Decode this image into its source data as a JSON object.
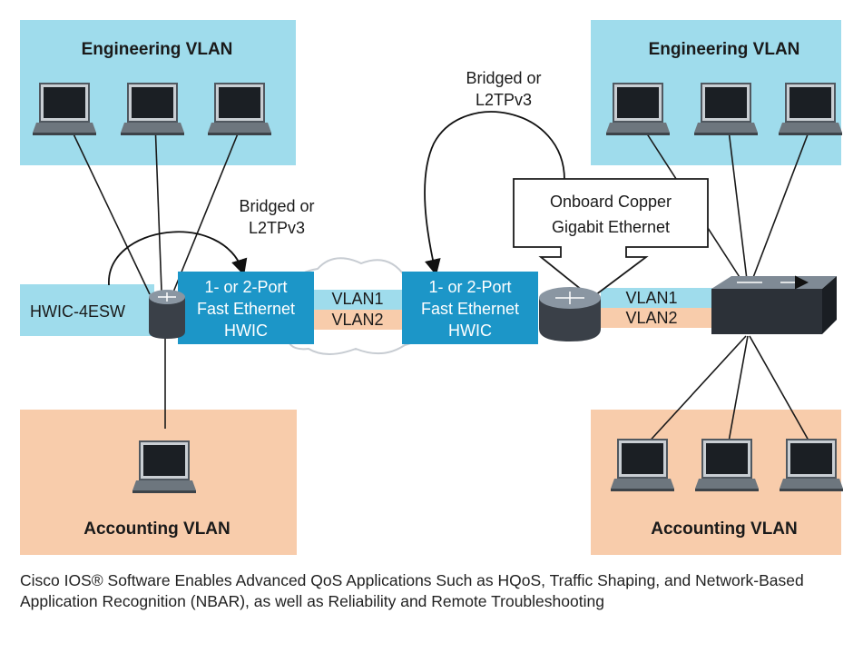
{
  "left": {
    "engineering_title": "Engineering VLAN",
    "accounting_title": "Accounting VLAN",
    "module_label": "HWIC-4ESW",
    "bridge_text": [
      "Bridged or",
      "L2TPv3"
    ],
    "hwic_lines": [
      "1- or 2-Port",
      "Fast Ethernet",
      "HWIC"
    ]
  },
  "wan": {
    "vlan1": "VLAN1",
    "vlan2": "VLAN2"
  },
  "right": {
    "engineering_title": "Engineering VLAN",
    "accounting_title": "Accounting VLAN",
    "bridge_text": [
      "Bridged or",
      "L2TPv3"
    ],
    "hwic_lines": [
      "1- or 2-Port",
      "Fast Ethernet",
      "HWIC"
    ],
    "callout_lines": [
      "Onboard Copper",
      "Gigabit Ethernet"
    ],
    "vlan1": "VLAN1",
    "vlan2": "VLAN2"
  },
  "caption": "Cisco IOS® Software Enables Advanced QoS Applications Such as HQoS, Traffic Shaping, and Network-Based Application Recognition (NBAR), as well as Reliability and Remote Troubleshooting",
  "colors": {
    "engineering_bg": "#9fdcec",
    "accounting_bg": "#f8ccab",
    "hwic_box": "#1c96c8",
    "cloud": "#ffffff"
  }
}
